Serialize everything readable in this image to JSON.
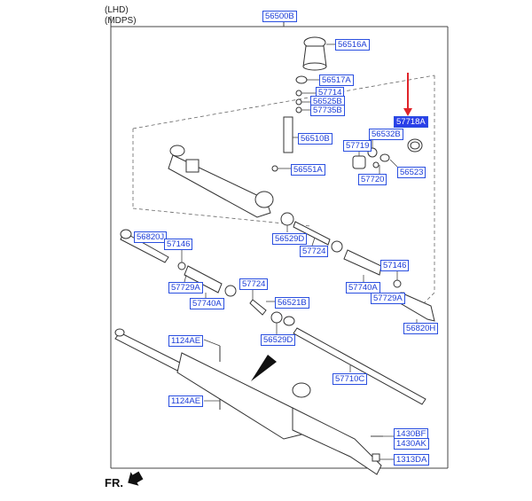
{
  "header": {
    "line1": "(LHD)",
    "line2": "(MDPS)"
  },
  "orientation_label": "FR.",
  "colors": {
    "label_text": "#1a3bd6",
    "label_border": "#2a4fe0",
    "selected_fill": "#2a3fe8",
    "arrow": "#e0242a",
    "line": "#333333"
  },
  "icons": [
    "front-direction-arrow-icon",
    "pointer-arrow-icon"
  ],
  "parts": [
    {
      "id": "56500B",
      "selected": false
    },
    {
      "id": "56516A",
      "selected": false
    },
    {
      "id": "56517A",
      "selected": false
    },
    {
      "id": "57714",
      "selected": false
    },
    {
      "id": "56525B",
      "selected": false
    },
    {
      "id": "57735B",
      "selected": false
    },
    {
      "id": "57718A",
      "selected": true
    },
    {
      "id": "56510B",
      "selected": false
    },
    {
      "id": "56532B",
      "selected": false
    },
    {
      "id": "57719",
      "selected": false
    },
    {
      "id": "56551A",
      "selected": false
    },
    {
      "id": "56523",
      "selected": false
    },
    {
      "id": "57720",
      "selected": false
    },
    {
      "id": "56820J",
      "selected": false
    },
    {
      "id": "57146",
      "selected": false
    },
    {
      "id": "56529D",
      "selected": false
    },
    {
      "id": "57724",
      "selected": false
    },
    {
      "id": "57146",
      "selected": false
    },
    {
      "id": "57729A",
      "selected": false
    },
    {
      "id": "57740A",
      "selected": false
    },
    {
      "id": "57724",
      "selected": false
    },
    {
      "id": "57740A",
      "selected": false
    },
    {
      "id": "57729A",
      "selected": false
    },
    {
      "id": "56521B",
      "selected": false
    },
    {
      "id": "56820H",
      "selected": false
    },
    {
      "id": "56529D",
      "selected": false
    },
    {
      "id": "1124AE",
      "selected": false
    },
    {
      "id": "57710C",
      "selected": false
    },
    {
      "id": "1124AE",
      "selected": false
    },
    {
      "id": "1430BF",
      "selected": false
    },
    {
      "id": "1430AK",
      "selected": false
    },
    {
      "id": "1313DA",
      "selected": false
    }
  ]
}
